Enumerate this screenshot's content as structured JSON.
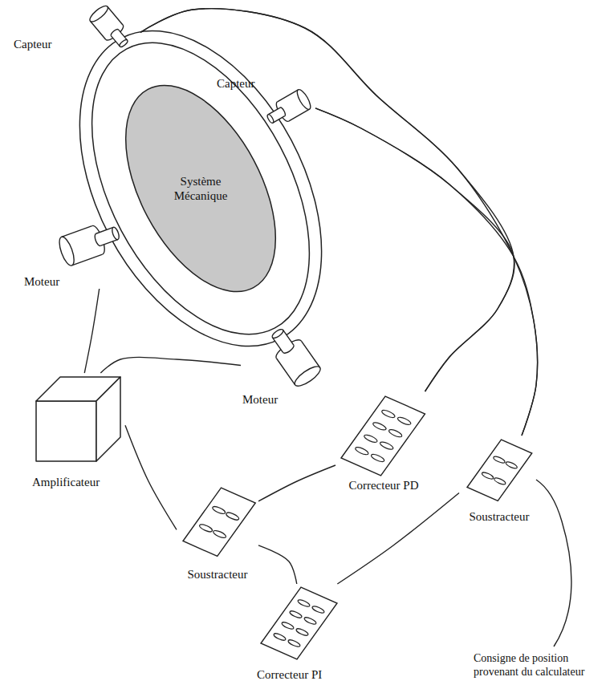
{
  "diagram": {
    "nodes": [
      {
        "text": [
          "Capteur"
        ]
      },
      {
        "text": [
          "Capteur"
        ]
      },
      {
        "text": [
          "Système Mécanique"
        ]
      },
      {
        "text": [
          "Moteur"
        ]
      },
      {
        "text": [
          "Moteur"
        ]
      },
      {
        "text": [
          "Amplificateur"
        ]
      },
      {
        "text": [
          "Correcteur PD"
        ]
      },
      {
        "text": [
          "Soustracteur"
        ]
      },
      {
        "text": [
          "Soustracteur"
        ]
      },
      {
        "text": [
          "Correcteur PI"
        ]
      }
    ],
    "edges": [
      {
        "from": 0,
        "to": 6,
        "arrow": "none"
      },
      {
        "from": 0,
        "to": 7,
        "arrow": "none"
      },
      {
        "from": 1,
        "to": 6,
        "arrow": "none"
      },
      {
        "from": 1,
        "to": 7,
        "arrow": "none"
      },
      {
        "from": 3,
        "to": 5,
        "arrow": "none"
      },
      {
        "from": 4,
        "to": 5,
        "arrow": "none"
      },
      {
        "from": 5,
        "to": 8,
        "arrow": "none"
      },
      {
        "from": 6,
        "to": 8,
        "arrow": "none"
      },
      {
        "from": 8,
        "to": 9,
        "arrow": "none"
      },
      {
        "from": 9,
        "to": 7,
        "arrow": "none"
      }
    ],
    "labels": [
      "Consigne de position provenant du calculateur"
    ]
  }
}
